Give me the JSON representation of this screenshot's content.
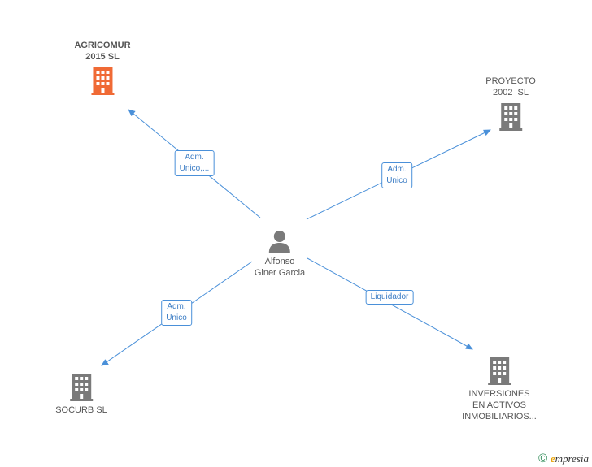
{
  "colors": {
    "edge": "#4a90d9",
    "building_default": "#7a7a7a",
    "building_highlight": "#f06a35",
    "person": "#7a7a7a"
  },
  "center": {
    "name_lines": [
      "Alfonso",
      "Giner Garcia"
    ],
    "icon": "person-icon"
  },
  "companies": {
    "agricomur": {
      "name_lines": [
        "AGRICOMUR",
        "2015 SL"
      ],
      "icon": "building-icon",
      "highlight": true
    },
    "proyecto": {
      "name_lines": [
        "PROYECTO",
        "2002  SL"
      ],
      "icon": "building-icon",
      "highlight": false
    },
    "socurb": {
      "name_lines": [
        "SOCURB SL"
      ],
      "icon": "building-icon",
      "highlight": false
    },
    "inversiones": {
      "name_lines": [
        "INVERSIONES",
        "EN ACTIVOS",
        "INMOBILIARIOS..."
      ],
      "icon": "building-icon",
      "highlight": false
    }
  },
  "relations": {
    "agricomur": [
      "Adm.",
      "Unico,..."
    ],
    "proyecto": [
      "Adm.",
      "Unico"
    ],
    "socurb": [
      "Adm.",
      "Unico"
    ],
    "inversiones": [
      "Liquidador"
    ]
  },
  "footer": {
    "copyright": "©",
    "brand_initial": "e",
    "brand_rest": "mpresia"
  }
}
